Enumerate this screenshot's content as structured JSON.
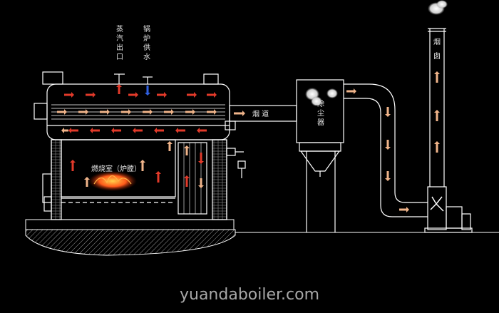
{
  "labels": {
    "steam_outlet": [
      "蒸",
      "汽",
      "出",
      "口"
    ],
    "boiler_feed_water": [
      "锅",
      "炉",
      "供",
      "水"
    ],
    "flue": "烟 道",
    "dust_collector": [
      "除",
      "尘",
      "器"
    ],
    "chimney": [
      "烟",
      "囱"
    ],
    "combustion_chamber": "燃烧室（炉膛）"
  },
  "watermark": "yuandaboiler.com",
  "colors": {
    "background": "#000000",
    "line": "#ffffff",
    "hot_arrow": "#e23a2a",
    "flow_arrow": "#f0b48a",
    "water_arrow": "#2f5fe0",
    "flame": "#ff5a1a"
  }
}
